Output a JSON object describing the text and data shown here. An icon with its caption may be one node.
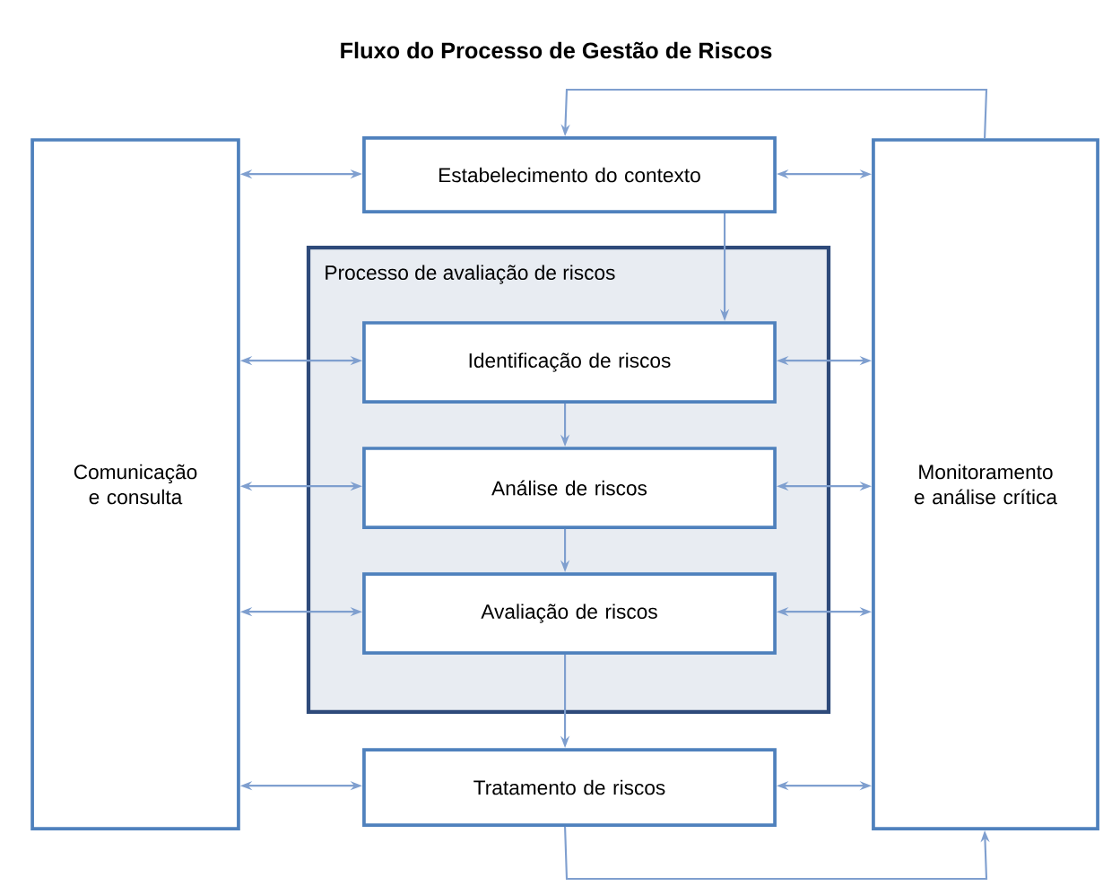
{
  "diagram": {
    "title": "Fluxo do Processo de Gestão de Riscos",
    "nodes": [
      {
        "text": [
          "Comunicação e consulta"
        ]
      },
      {
        "text": [
          "Estabelecimento do contexto"
        ]
      },
      {
        "text": [
          "Processo de avaliação de riscos"
        ]
      },
      {
        "text": [
          "Identificação de riscos"
        ],
        "in": 2
      },
      {
        "text": [
          "Análise de riscos"
        ],
        "in": 2
      },
      {
        "text": [
          "Avaliação de riscos"
        ],
        "in": 2
      },
      {
        "text": [
          "Tratamento de riscos"
        ]
      },
      {
        "text": [
          "Monitoramento e análise crítica"
        ]
      }
    ],
    "edges": [
      {
        "from": 0,
        "to": 1,
        "arrow": "both"
      },
      {
        "from": 0,
        "to": 3,
        "arrow": "both"
      },
      {
        "from": 0,
        "to": 4,
        "arrow": "both"
      },
      {
        "from": 0,
        "to": 5,
        "arrow": "both"
      },
      {
        "from": 0,
        "to": 6,
        "arrow": "both"
      },
      {
        "from": 7,
        "to": 1,
        "arrow": "both"
      },
      {
        "from": 7,
        "to": 3,
        "arrow": "both"
      },
      {
        "from": 7,
        "to": 4,
        "arrow": "both"
      },
      {
        "from": 7,
        "to": 5,
        "arrow": "both"
      },
      {
        "from": 7,
        "to": 6,
        "arrow": "both"
      },
      {
        "from": 1,
        "to": 3,
        "arrow": "to"
      },
      {
        "from": 3,
        "to": 4,
        "arrow": "to"
      },
      {
        "from": 4,
        "to": 5,
        "arrow": "to"
      },
      {
        "from": 5,
        "to": 6,
        "arrow": "to"
      },
      {
        "from": 7,
        "to": 1,
        "arrow": "to"
      },
      {
        "from": 6,
        "to": 7,
        "arrow": "to"
      }
    ]
  }
}
